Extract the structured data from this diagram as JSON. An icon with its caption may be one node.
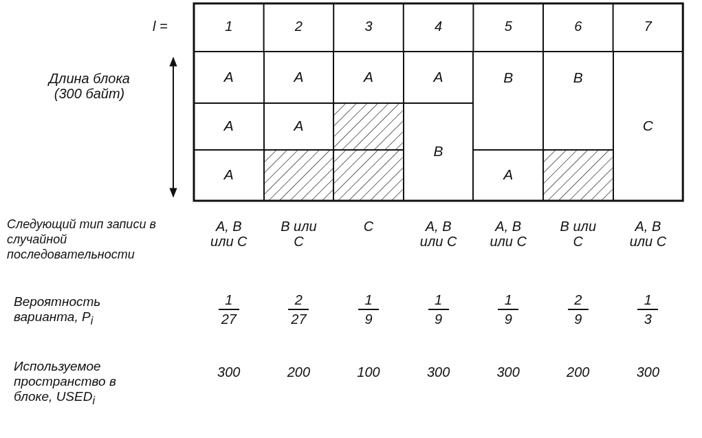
{
  "diagram": {
    "nodes": [
      {
        "text": [
          "A"
        ]
      },
      {
        "text": [
          "A"
        ]
      },
      {
        "text": [
          "A"
        ]
      },
      {
        "text": [
          "A"
        ]
      },
      {
        "text": [
          "B"
        ]
      },
      {
        "text": [
          "B"
        ]
      },
      {
        "text": [
          "C"
        ]
      },
      {
        "text": [
          "A"
        ]
      },
      {
        "text": [
          "A"
        ]
      },
      {
        "text": [],
        "shape": "box"
      },
      {
        "text": [
          "B"
        ]
      },
      {
        "text": [
          "A"
        ]
      },
      {
        "text": [],
        "shape": "box"
      },
      {
        "text": [],
        "shape": "box"
      },
      {
        "text": [
          "A"
        ]
      },
      {
        "text": [],
        "shape": "box"
      }
    ],
    "edges": [],
    "labels": [
      "l =",
      "1",
      "2",
      "3",
      "4",
      "5",
      "6",
      "7",
      "Длина блока (300 байт)",
      "Следующий тип записи в случайной последовательности",
      "A, B или C",
      "B или C",
      "C",
      "A, B или C",
      "A, B или C",
      "B или C",
      "A, B или C",
      "Вероятность варианта, P$_{i}$",
      "1",
      "27",
      "2",
      "27",
      "1",
      "9",
      "1",
      "9",
      "1",
      "9",
      "2",
      "9",
      "1",
      "3",
      "Используемое пространство в блоке, USED$_{i}$",
      "300",
      "200",
      "100",
      "300",
      "300",
      "200",
      "300"
    ]
  }
}
